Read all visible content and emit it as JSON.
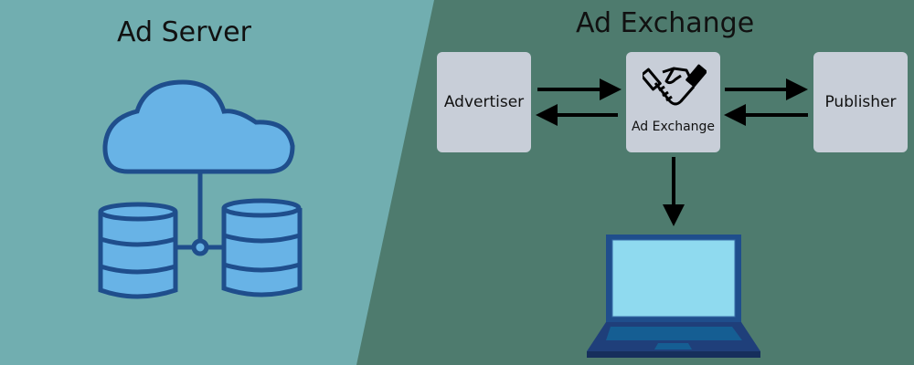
{
  "left_panel": {
    "title": "Ad Server"
  },
  "right_panel": {
    "title": "Ad Exchange"
  },
  "nodes": {
    "advertiser": "Advertiser",
    "exchange": "Ad Exchange",
    "publisher": "Publisher"
  },
  "colors": {
    "left_bg": "#71aeb0",
    "right_bg": "#4e7b6e",
    "box": "#c8ced8",
    "icon_fill": "#68b3e6",
    "icon_stroke": "#1f4e8c"
  }
}
